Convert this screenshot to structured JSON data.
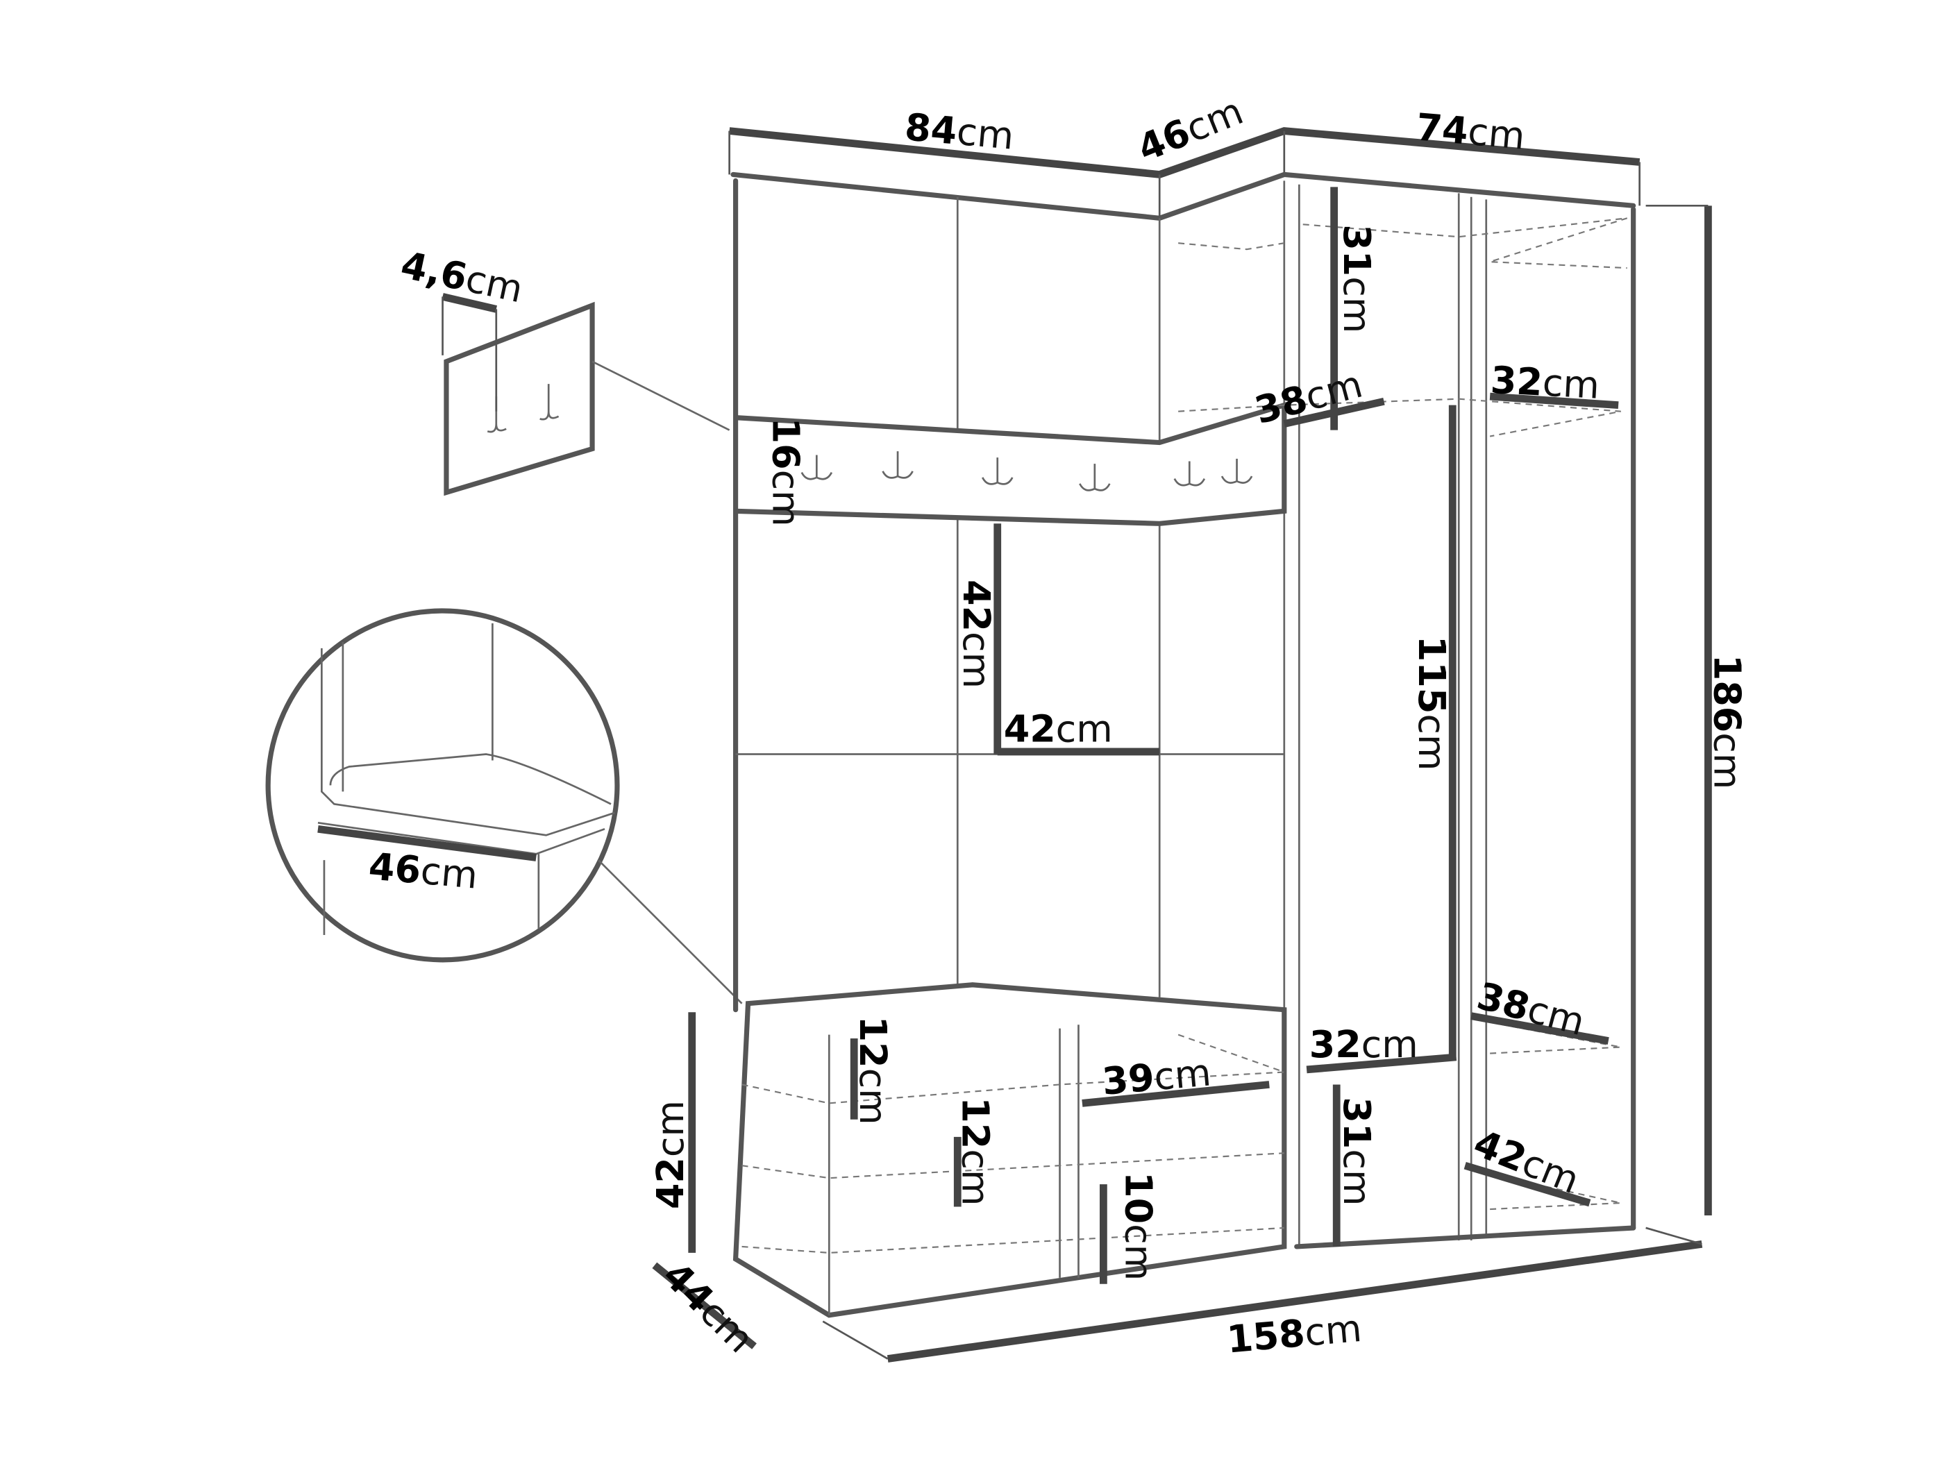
{
  "title": "Hallway furniture set dimensions",
  "unit": "cm",
  "dimensions": {
    "top_left_width": "84",
    "top_corner_width": "46",
    "top_right_width": "74",
    "hook_panel_depth": "4,6",
    "hook_panel_height": "16",
    "upper_shelf_height": "31",
    "upper_shelf_depth": "38",
    "right_upper_shelf_depth": "32",
    "panel_height": "42",
    "panel_width": "42",
    "hanging_height": "115",
    "total_height": "186",
    "seat_depth": "46",
    "right_lower_shelf_depth": "38",
    "middle_shelf_depth": "32",
    "bench_shelf_width": "39",
    "bench_compartment_height_a": "12",
    "bench_compartment_height_b": "12",
    "lower_shelf_height": "31",
    "bench_compartment_height_c": "10",
    "right_bottom_depth": "42",
    "bench_height": "42",
    "bench_depth": "44",
    "total_width": "158"
  }
}
